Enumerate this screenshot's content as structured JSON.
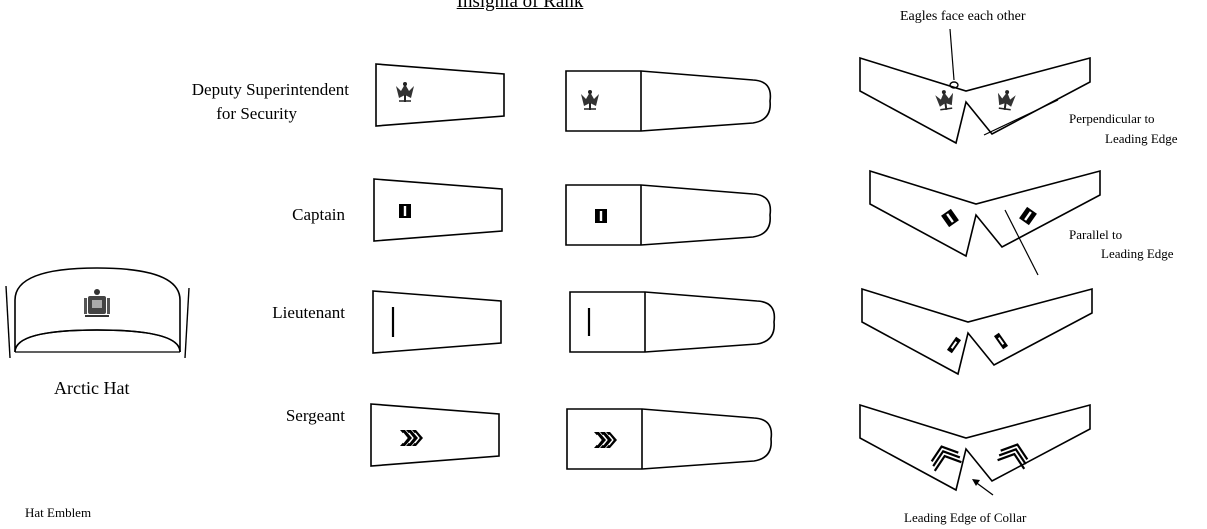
{
  "title": "Insignia of Rank",
  "ranks": [
    {
      "id": "deputy",
      "label_lines": [
        "Deputy Superintendent",
        "for Security"
      ],
      "insignia": "eagle"
    },
    {
      "id": "captain",
      "label_lines": [
        "Captain"
      ],
      "insignia": "double-bar"
    },
    {
      "id": "lieutenant",
      "label_lines": [
        "Lieutenant"
      ],
      "insignia": "single-bar"
    },
    {
      "id": "sergeant",
      "label_lines": [
        "Sergeant"
      ],
      "insignia": "chevrons"
    }
  ],
  "hat": {
    "label": "Arctic Hat",
    "emblem_label": "Hat Emblem",
    "emblem_icon": "state-seal-icon"
  },
  "notes": {
    "eagles": "Eagles face each other",
    "perpendicular_1": "Perpendicular to",
    "perpendicular_2": "Leading Edge",
    "parallel_1": "Parallel to",
    "parallel_2": "Leading Edge",
    "leading_edge": "Leading Edge of Collar"
  }
}
